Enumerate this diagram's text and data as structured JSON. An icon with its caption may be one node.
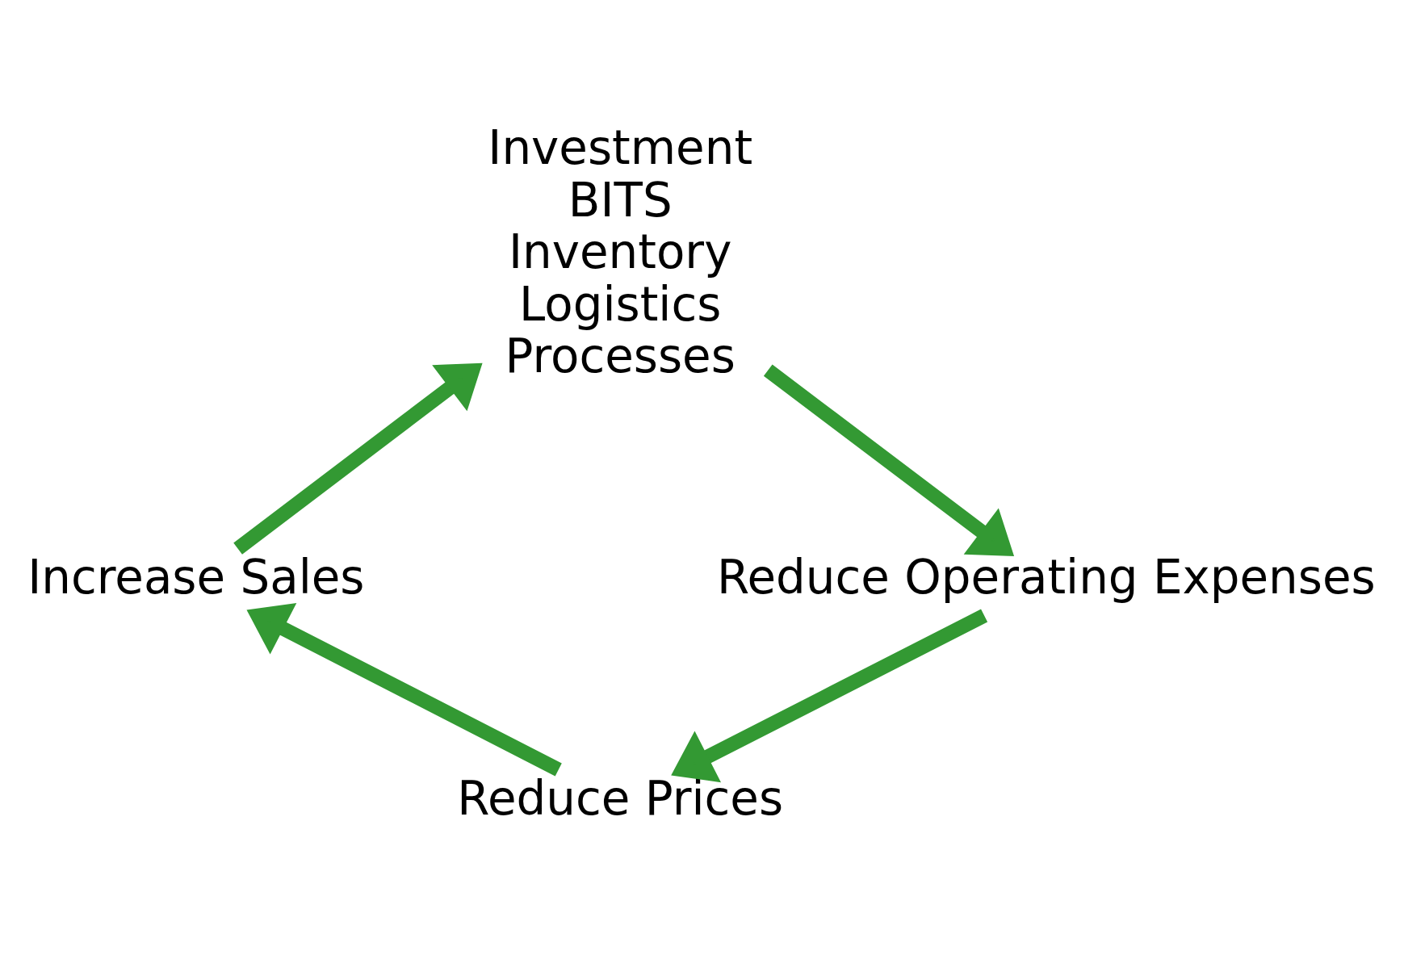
{
  "diagram": {
    "nodes": [
      {
        "text": [
          "Investment",
          "BITS",
          "Inventory",
          "Logistics",
          "Processes"
        ]
      },
      {
        "text": [
          "Reduce Operating Expenses"
        ]
      },
      {
        "text": [
          "Reduce Prices"
        ]
      },
      {
        "text": [
          "Increase Sales"
        ]
      }
    ],
    "edges": [
      {
        "from": 0,
        "to": 1,
        "arrow": "to"
      },
      {
        "from": 1,
        "to": 2,
        "arrow": "to"
      },
      {
        "from": 2,
        "to": 3,
        "arrow": "to"
      },
      {
        "from": 3,
        "to": 0,
        "arrow": "to"
      }
    ]
  }
}
